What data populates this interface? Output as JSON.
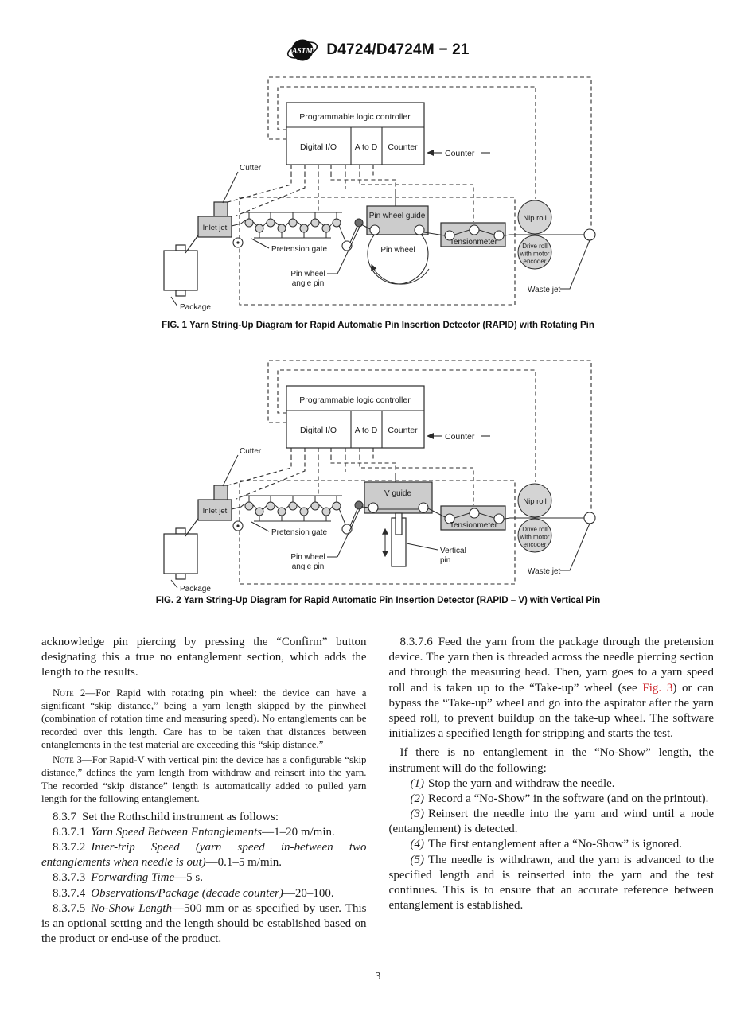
{
  "header": {
    "logo_text": "ASTM",
    "title": "D4724/D4724M − 21"
  },
  "colors": {
    "link_red": "#cb2026",
    "diagram_fill": "#cccccc"
  },
  "diagram": {
    "plc": "Programmable logic controller",
    "digital_io": "Digital I/O",
    "a_to_d": "A to D",
    "counter_box": "Counter",
    "counter_callout": "Counter",
    "cutter": "Cutter",
    "inlet_jet": "Inlet jet",
    "pretension_gate": "Pretension gate",
    "pin_wheel_angle_pin": "Pin wheel\nangle pin",
    "package": "Package",
    "tensionmeter": "Tensionmeter",
    "nip_roll": "Nip roll",
    "drive_roll": "Drive roll\nwith motor\nencoder",
    "waste_jet": "Waste jet"
  },
  "figure1": {
    "guide_label": "Pin wheel guide",
    "wheel_label": "Pin wheel",
    "caption": "FIG. 1 Yarn String-Up Diagram for Rapid Automatic Pin Insertion Detector (RAPID) with Rotating Pin"
  },
  "figure2": {
    "guide_label": "V guide",
    "vertical_pin_label": "Vertical\npin",
    "caption": "FIG. 2 Yarn String-Up Diagram for Rapid Automatic Pin Insertion Detector (RAPID – V) with Vertical Pin"
  },
  "left_column": {
    "cont": "acknowledge pin piercing by pressing the “Confirm” button designating this a true no entanglement section, which adds the length to the results.",
    "note2": {
      "label": "Note 2",
      "text": "—For Rapid with rotating pin wheel: the device can have a significant “skip distance,” being a yarn length skipped by the pinwheel (combination of rotation time and measuring speed). No entanglements can be recorded over this length. Care has to be taken that distances between entanglements in the test material are exceeding this “skip distance.”"
    },
    "note3": {
      "label": "Note 3",
      "text": "—For Rapid-V with vertical pin: the device has a configurable “skip distance,” defines the yarn length from withdraw and reinsert into the yarn. The recorded “skip distance” length is automatically added to pulled yarn length for the following entanglement."
    },
    "s837": {
      "num": "8.3.7",
      "text": "Set the Rothschild instrument as follows:"
    },
    "settings": [
      {
        "num": "8.3.7.1",
        "title": "Yarn Speed Between Entanglements",
        "value": "—1–20 m/min."
      },
      {
        "num": "8.3.7.2",
        "title": "Inter-trip Speed (yarn speed in-between two entanglements when needle is out)",
        "value": "—0.1–5 m/min."
      },
      {
        "num": "8.3.7.3",
        "title": "Forwarding Time",
        "value": "—5 s."
      },
      {
        "num": "8.3.7.4",
        "title": "Observations/Package (decade counter)",
        "value": "—20–100."
      },
      {
        "num": "8.3.7.5",
        "title": "No-Show Length",
        "value": "—500 mm or as specified by user. This is an optional setting and the length should be established based on the product or end-use of the product."
      }
    ]
  },
  "right_column": {
    "p1": {
      "num": "8.3.7.6",
      "pre": "Feed the yarn from the package through the pretension device. The yarn then is threaded across the needle piercing section and through the measuring head. Then, yarn goes to a yarn speed roll and is taken up to the “Take-up” wheel (see ",
      "link": "Fig. 3",
      "post": ") or can bypass the “Take-up” wheel and go into the aspirator after the yarn speed roll, to prevent buildup on the take-up wheel. The software initializes a specified length for stripping and starts the test."
    },
    "p2": "If there is no entanglement in the “No-Show” length, the instrument will do the following:",
    "list": [
      {
        "num": "(1)",
        "text": "Stop the yarn and withdraw the needle."
      },
      {
        "num": "(2)",
        "text": "Record a “No-Show” in the software (and on the printout)."
      },
      {
        "num": "(3)",
        "text": "Reinsert the needle into the yarn and wind until a node (entanglement) is detected."
      },
      {
        "num": "(4)",
        "text": "The first entanglement after a “No-Show” is ignored."
      },
      {
        "num": "(5)",
        "text": "The needle is withdrawn, and the yarn is advanced to the specified length and is reinserted into the yarn and the test continues. This is to ensure that an accurate reference between entanglement is established."
      }
    ]
  },
  "footer": {
    "page_number": "3"
  }
}
